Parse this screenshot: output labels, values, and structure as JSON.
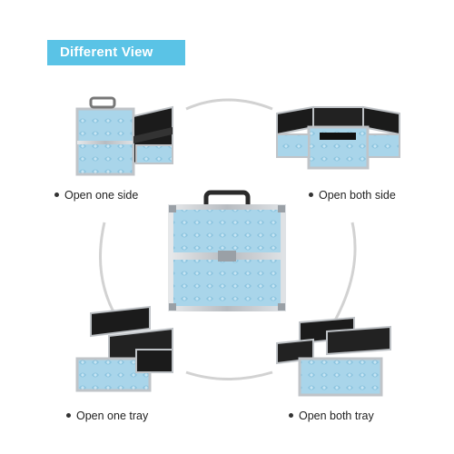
{
  "banner": {
    "title": "Different View"
  },
  "colors": {
    "banner": "#5ac3e6",
    "case_blue": "#a9d5ea",
    "case_blue_dark": "#7db6d3",
    "frame_silver": "#c9ccd0",
    "tray_black": "#1b1b1b",
    "ring_gray": "#cfcfcf"
  },
  "views": [
    {
      "id": "open-one-side",
      "label": "Open one side"
    },
    {
      "id": "open-both-side",
      "label": "Open both side"
    },
    {
      "id": "open-one-tray",
      "label": "Open one tray"
    },
    {
      "id": "open-both-tray",
      "label": "Open both tray"
    }
  ],
  "center": {
    "description": "closed case"
  }
}
